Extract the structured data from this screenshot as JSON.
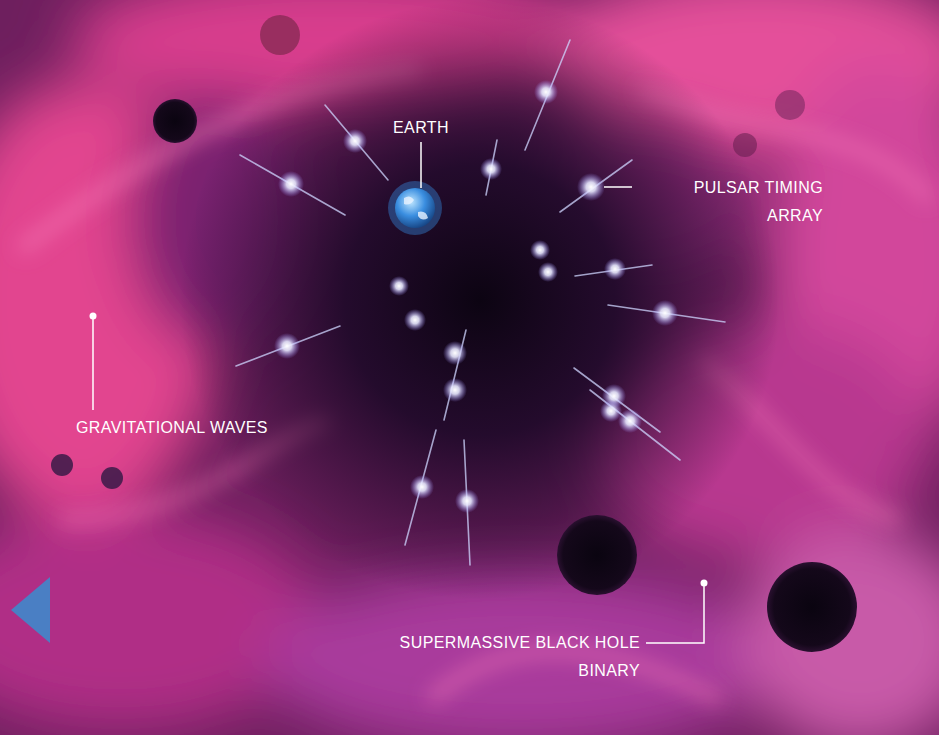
{
  "diagram": {
    "labels": [
      "EARTH",
      "PULSAR TIMING ARRAY",
      "GRAVITATIONAL WAVES",
      "SUPERMASSIVE BLACK HOLE BINARY"
    ]
  }
}
